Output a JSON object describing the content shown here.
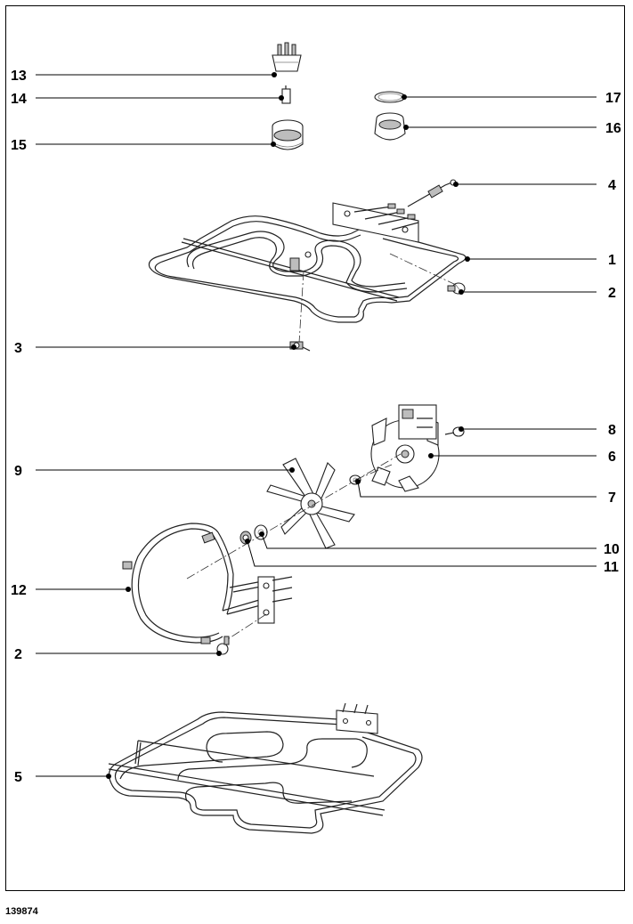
{
  "footer": {
    "reference": "139874"
  },
  "callouts": {
    "c1": "1",
    "c2a": "2",
    "c2b": "2",
    "c3": "3",
    "c4": "4",
    "c5": "5",
    "c6": "6",
    "c7": "7",
    "c8": "8",
    "c9": "9",
    "c10": "10",
    "c11": "11",
    "c12": "12",
    "c13": "13",
    "c14": "14",
    "c15": "15",
    "c16": "16",
    "c17": "17"
  },
  "colors": {
    "line": "#000000",
    "background": "#ffffff",
    "fill": "#bdbdbd"
  }
}
